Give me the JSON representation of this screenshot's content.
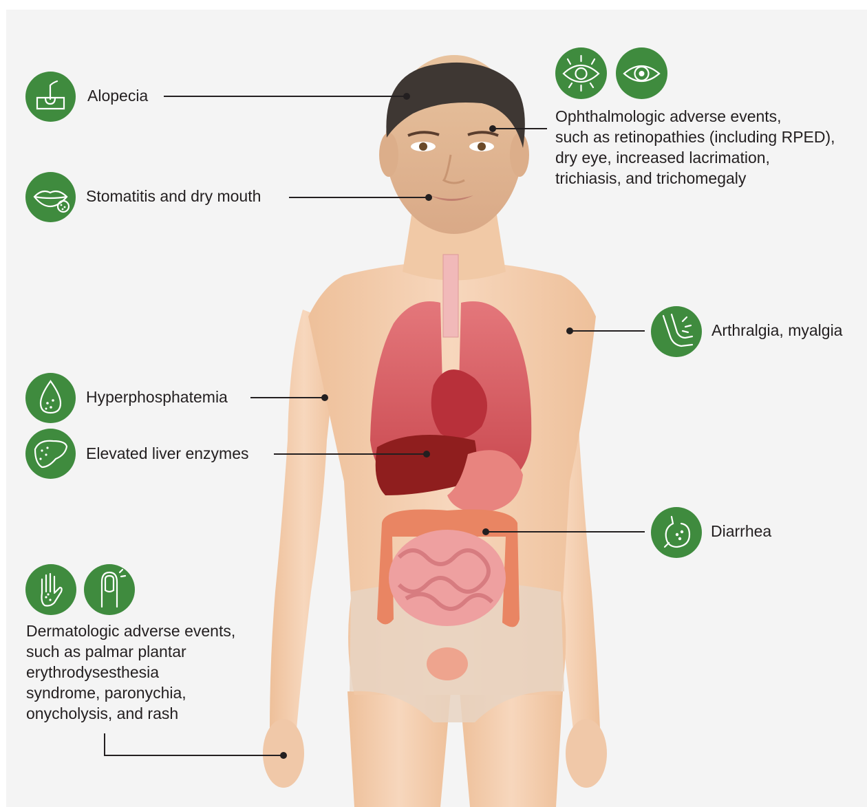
{
  "colors": {
    "icon_fill": "#3f8b3e",
    "leader_line": "#231f20",
    "text": "#231f20",
    "background": "#f4f4f4"
  },
  "labels": {
    "alopecia": "Alopecia",
    "stomatitis": "Stomatitis and dry mouth",
    "ophthalmologic": [
      "Ophthalmologic adverse events,",
      "such as retinopathies (including RPED),",
      "dry eye, increased lacrimation,",
      "trichiasis, and trichomegaly"
    ],
    "arthralgia": "Arthralgia, myalgia",
    "hyperphosphatemia": "Hyperphosphatemia",
    "liver": "Elevated liver enzymes",
    "diarrhea": "Diarrhea",
    "dermatologic": [
      "Dermatologic adverse events,",
      "such as palmar plantar",
      "erythrodysesthesia",
      "syndrome, paronychia,",
      "onycholysis, and rash"
    ]
  },
  "icons": [
    "hair-follicle-icon",
    "lips-icon",
    "eye-lashes-icon",
    "eye-icon",
    "elbow-joint-icon",
    "drop-icon",
    "liver-icon",
    "stomach-icon",
    "palm-icon",
    "fingernail-icon"
  ]
}
